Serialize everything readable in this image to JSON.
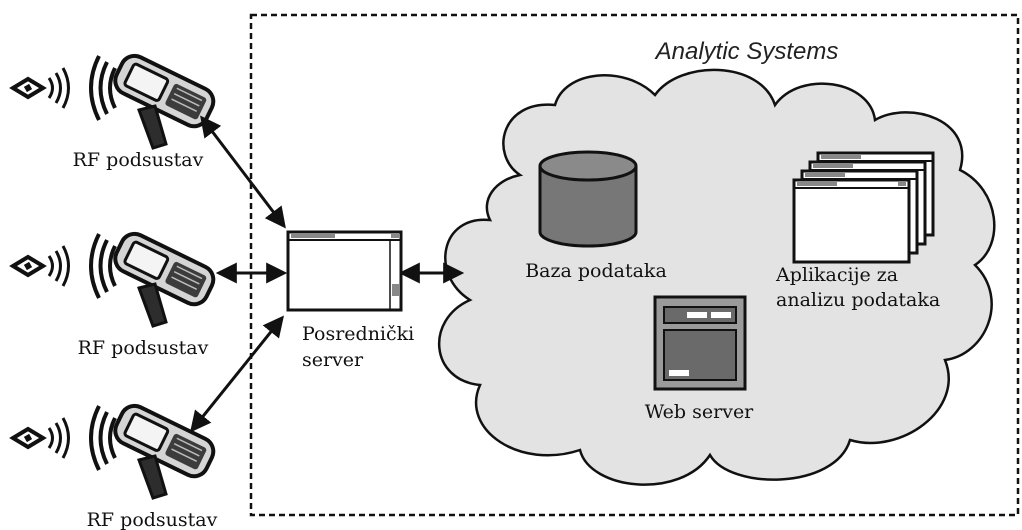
{
  "region": {
    "title": "Analytic Systems"
  },
  "rf_subsystems": [
    {
      "label": "RF podsustav"
    },
    {
      "label": "RF podsustav"
    },
    {
      "label": "RF podsustav"
    }
  ],
  "middleware": {
    "line1": "Posrednički",
    "line2": "server"
  },
  "database": {
    "label": "Baza podataka"
  },
  "applications": {
    "line1": "Aplikacije za",
    "line2": "analizu podataka"
  },
  "web_server": {
    "label": "Web server"
  },
  "icons": {
    "tag": "rfid-tag-icon",
    "reader": "handheld-reader-icon",
    "server": "server-window-icon",
    "database": "database-cylinder-icon",
    "apps": "application-windows-icon",
    "web": "web-server-icon"
  }
}
